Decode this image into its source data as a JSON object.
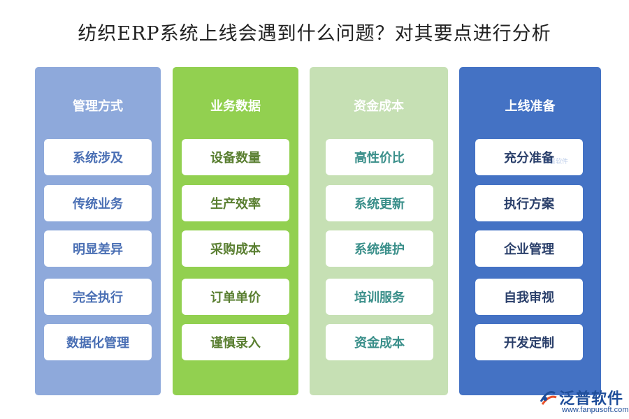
{
  "title": "纺织ERP系统上线会遇到什么问题？对其要点进行分析",
  "columns": [
    {
      "header": "管理方式",
      "items": [
        "系统涉及",
        "传统业务",
        "明显差异",
        "完全执行",
        "数据化管理"
      ]
    },
    {
      "header": "业务数据",
      "items": [
        "设备数量",
        "生产效率",
        "采购成本",
        "订单单价",
        "谨慎录入"
      ]
    },
    {
      "header": "资金成本",
      "items": [
        "高性价比",
        "系统更新",
        "系统维护",
        "培训服务",
        "资金成本"
      ]
    },
    {
      "header": "上线准备",
      "items": [
        "充分准备",
        "执行方案",
        "企业管理",
        "自我审视",
        "开发定制"
      ]
    }
  ],
  "logo": {
    "name": "泛普软件",
    "url": "www.fanpusoft.com",
    "watermark": "泛普软件"
  },
  "colors": {
    "col1": "#8ea9db",
    "col2": "#92d050",
    "col3": "#c6e0b4",
    "col4": "#4472c4",
    "brand": "#1f4e9a",
    "accent": "#e8512a"
  }
}
